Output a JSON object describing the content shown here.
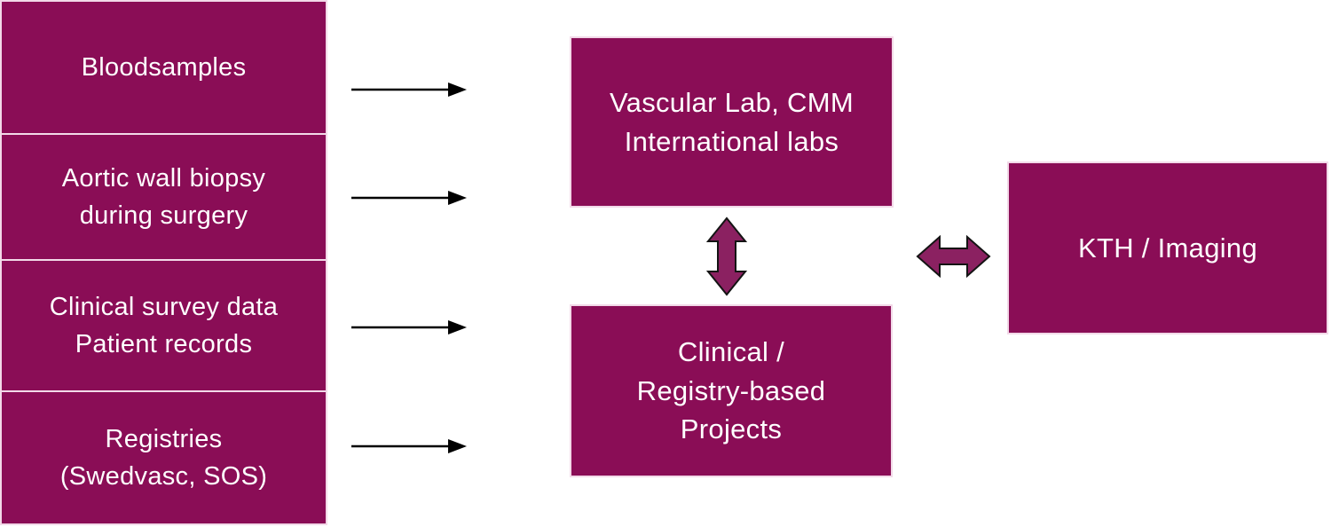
{
  "colors": {
    "background": "#ffffff",
    "box_fill": "#8a0d56",
    "box_border": "#f2d9e8",
    "text_color": "#ffffff",
    "connector_color": "#000000",
    "double_arrow_fill": "#8b2161",
    "double_arrow_outline": "#141414"
  },
  "left_column": {
    "items": [
      {
        "label": "Bloodsamples"
      },
      {
        "label": "Aortic wall biopsy\nduring surgery"
      },
      {
        "label": "Clinical survey data\nPatient records"
      },
      {
        "label": "Registries\n(Swedvasc, SOS)"
      }
    ]
  },
  "center": {
    "top_box": "Vascular Lab, CMM\nInternational labs",
    "bottom_box": "Clinical /\nRegistry-based\nProjects"
  },
  "right": {
    "box": "KTH / Imaging"
  }
}
